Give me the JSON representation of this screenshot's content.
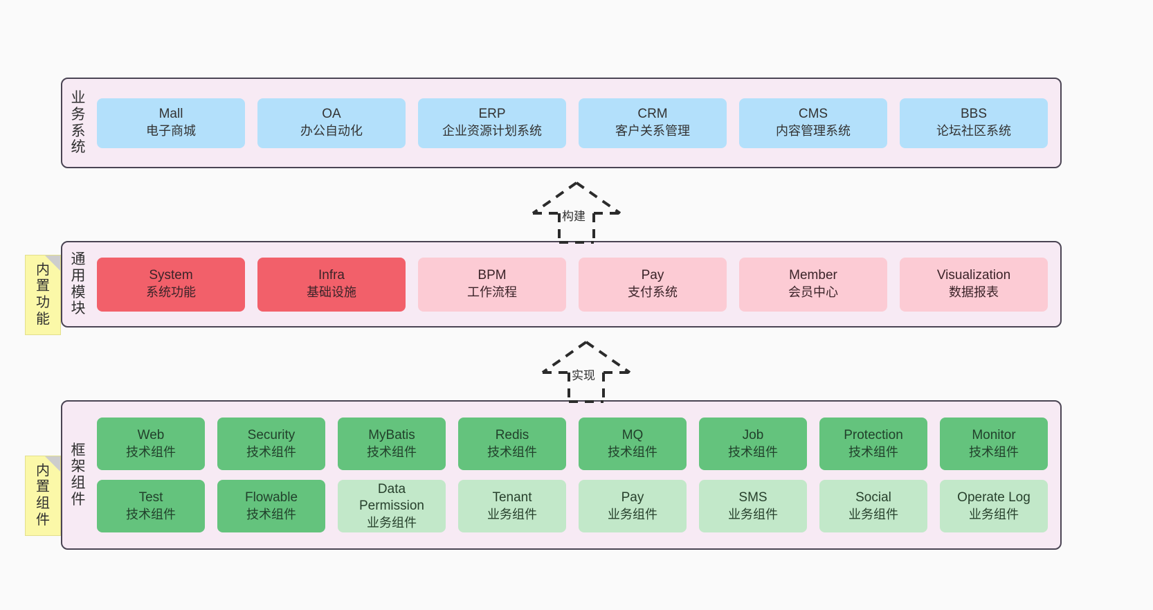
{
  "diagram": {
    "layers": [
      {
        "id": "business",
        "label": "业务系统",
        "cards": [
          {
            "title": "Mall",
            "subtitle": "电子商城",
            "style": "c-blue"
          },
          {
            "title": "OA",
            "subtitle": "办公自动化",
            "style": "c-blue"
          },
          {
            "title": "ERP",
            "subtitle": "企业资源计划系统",
            "style": "c-blue"
          },
          {
            "title": "CRM",
            "subtitle": "客户关系管理",
            "style": "c-blue"
          },
          {
            "title": "CMS",
            "subtitle": "内容管理系统",
            "style": "c-blue"
          },
          {
            "title": "BBS",
            "subtitle": "论坛社区系统",
            "style": "c-blue"
          }
        ]
      },
      {
        "id": "common-module",
        "label": "通用模块",
        "sticky": "内置功能",
        "cards": [
          {
            "title": "System",
            "subtitle": "系统功能",
            "style": "c-red"
          },
          {
            "title": "Infra",
            "subtitle": "基础设施",
            "style": "c-red"
          },
          {
            "title": "BPM",
            "subtitle": "工作流程",
            "style": "c-pink"
          },
          {
            "title": "Pay",
            "subtitle": "支付系统",
            "style": "c-pink"
          },
          {
            "title": "Member",
            "subtitle": "会员中心",
            "style": "c-pink"
          },
          {
            "title": "Visualization",
            "subtitle": "数据报表",
            "style": "c-pink"
          }
        ]
      },
      {
        "id": "framework",
        "label": "框架组件",
        "sticky": "内置组件",
        "rows": [
          [
            {
              "title": "Web",
              "subtitle": "技术组件",
              "style": "c-green"
            },
            {
              "title": "Security",
              "subtitle": "技术组件",
              "style": "c-green"
            },
            {
              "title": "MyBatis",
              "subtitle": "技术组件",
              "style": "c-green"
            },
            {
              "title": "Redis",
              "subtitle": "技术组件",
              "style": "c-green"
            },
            {
              "title": "MQ",
              "subtitle": "技术组件",
              "style": "c-green"
            },
            {
              "title": "Job",
              "subtitle": "技术组件",
              "style": "c-green"
            },
            {
              "title": "Protection",
              "subtitle": "技术组件",
              "style": "c-green"
            },
            {
              "title": "Monitor",
              "subtitle": "技术组件",
              "style": "c-green"
            }
          ],
          [
            {
              "title": "Test",
              "subtitle": "技术组件",
              "style": "c-green"
            },
            {
              "title": "Flowable",
              "subtitle": "技术组件",
              "style": "c-green"
            },
            {
              "title": "Data Permission",
              "subtitle": "业务组件",
              "style": "c-lightgreen"
            },
            {
              "title": "Tenant",
              "subtitle": "业务组件",
              "style": "c-lightgreen"
            },
            {
              "title": "Pay",
              "subtitle": "业务组件",
              "style": "c-lightgreen"
            },
            {
              "title": "SMS",
              "subtitle": "业务组件",
              "style": "c-lightgreen"
            },
            {
              "title": "Social",
              "subtitle": "业务组件",
              "style": "c-lightgreen"
            },
            {
              "title": "Operate Log",
              "subtitle": "业务组件",
              "style": "c-lightgreen"
            }
          ]
        ]
      }
    ],
    "connectors": [
      {
        "id": "build",
        "label": "构建"
      },
      {
        "id": "implement",
        "label": "实现"
      }
    ],
    "colors": {
      "band_background": "#F7EAF4",
      "band_border": "#4A4453",
      "blue_card": "#B3E0FB",
      "red_card": "#F2606A",
      "pink_card": "#FCCBD4",
      "green_card": "#64C37D",
      "light_green_card": "#C2E8C9",
      "sticky_note": "#FBF8A8",
      "page_background": "#FAFAFA"
    }
  }
}
